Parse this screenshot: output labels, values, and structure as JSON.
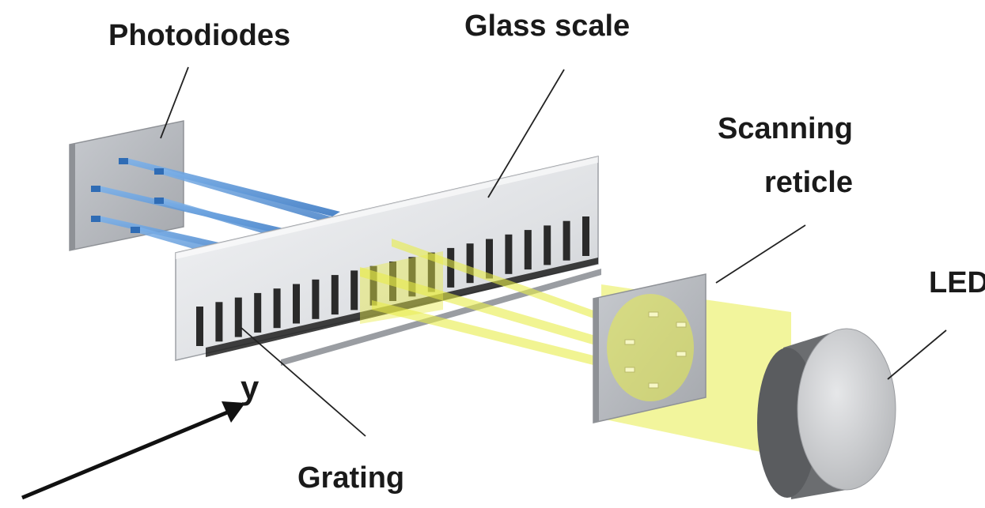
{
  "labels": {
    "photodiodes": "Photodiodes",
    "glass_scale": "Glass scale",
    "scanning_line1": "Scanning",
    "scanning_line2": "reticle",
    "led": "LED",
    "grating": "Grating",
    "axis": "y"
  },
  "colors": {
    "beam_yellow": "#e8ec4a",
    "beam_blue": "#4a90d9",
    "plate_gray": "#b9bcc1",
    "scale_glass": "#e6e8eb",
    "led_body": "#6b6d70",
    "led_face": "#d2d4d7"
  }
}
